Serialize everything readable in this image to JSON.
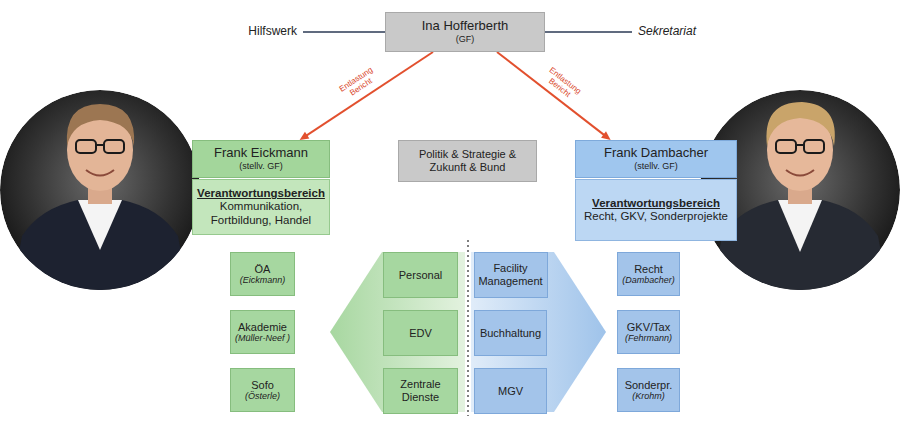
{
  "diagram": {
    "nodes": [
      {
        "text": [
          "Ina Hofferberth",
          "(GF)"
        ]
      },
      {
        "text": [
          "Frank Eickmann",
          "(stellv. GF)"
        ]
      },
      {
        "text": [
          "Frank Dambacher",
          "(stellv. GF)"
        ]
      },
      {
        "text": [
          "Verantwortungsbereich",
          "Kommunikation, Fortbildung, Handel"
        ]
      },
      {
        "text": [
          "Politik & Strategie & Zukunft & Bund"
        ]
      },
      {
        "text": [
          "Verantwortungsbereich",
          "Recht, GKV, Sonderprojekte"
        ]
      },
      {
        "text": [
          "ÖA",
          "(Eickmann)"
        ]
      },
      {
        "text": [
          "Personal"
        ]
      },
      {
        "text": [
          "Facility Management"
        ]
      },
      {
        "text": [
          "Recht",
          "(Dambacher)"
        ]
      },
      {
        "text": [
          "Akademie",
          "(Müller-Neef )"
        ]
      },
      {
        "text": [
          "EDV"
        ]
      },
      {
        "text": [
          "Buchhaltung"
        ]
      },
      {
        "text": [
          "GKV/Tax",
          "(Fehrmann)"
        ]
      },
      {
        "text": [
          "Sofo",
          "(Österle)"
        ]
      },
      {
        "text": [
          "Zentrale Dienste"
        ]
      },
      {
        "text": [
          "MGV"
        ]
      },
      {
        "text": [
          "Sonderpr.",
          "(Krohm)"
        ]
      }
    ],
    "edges": [
      {
        "from": 0,
        "to": 1,
        "label": "Entlastung Bericht",
        "arrow": "to"
      },
      {
        "from": 0,
        "to": 2,
        "label": "Entlastung Bericht",
        "arrow": "to"
      }
    ],
    "labels": [
      "Hilfswerk",
      "Sekretariat"
    ]
  }
}
